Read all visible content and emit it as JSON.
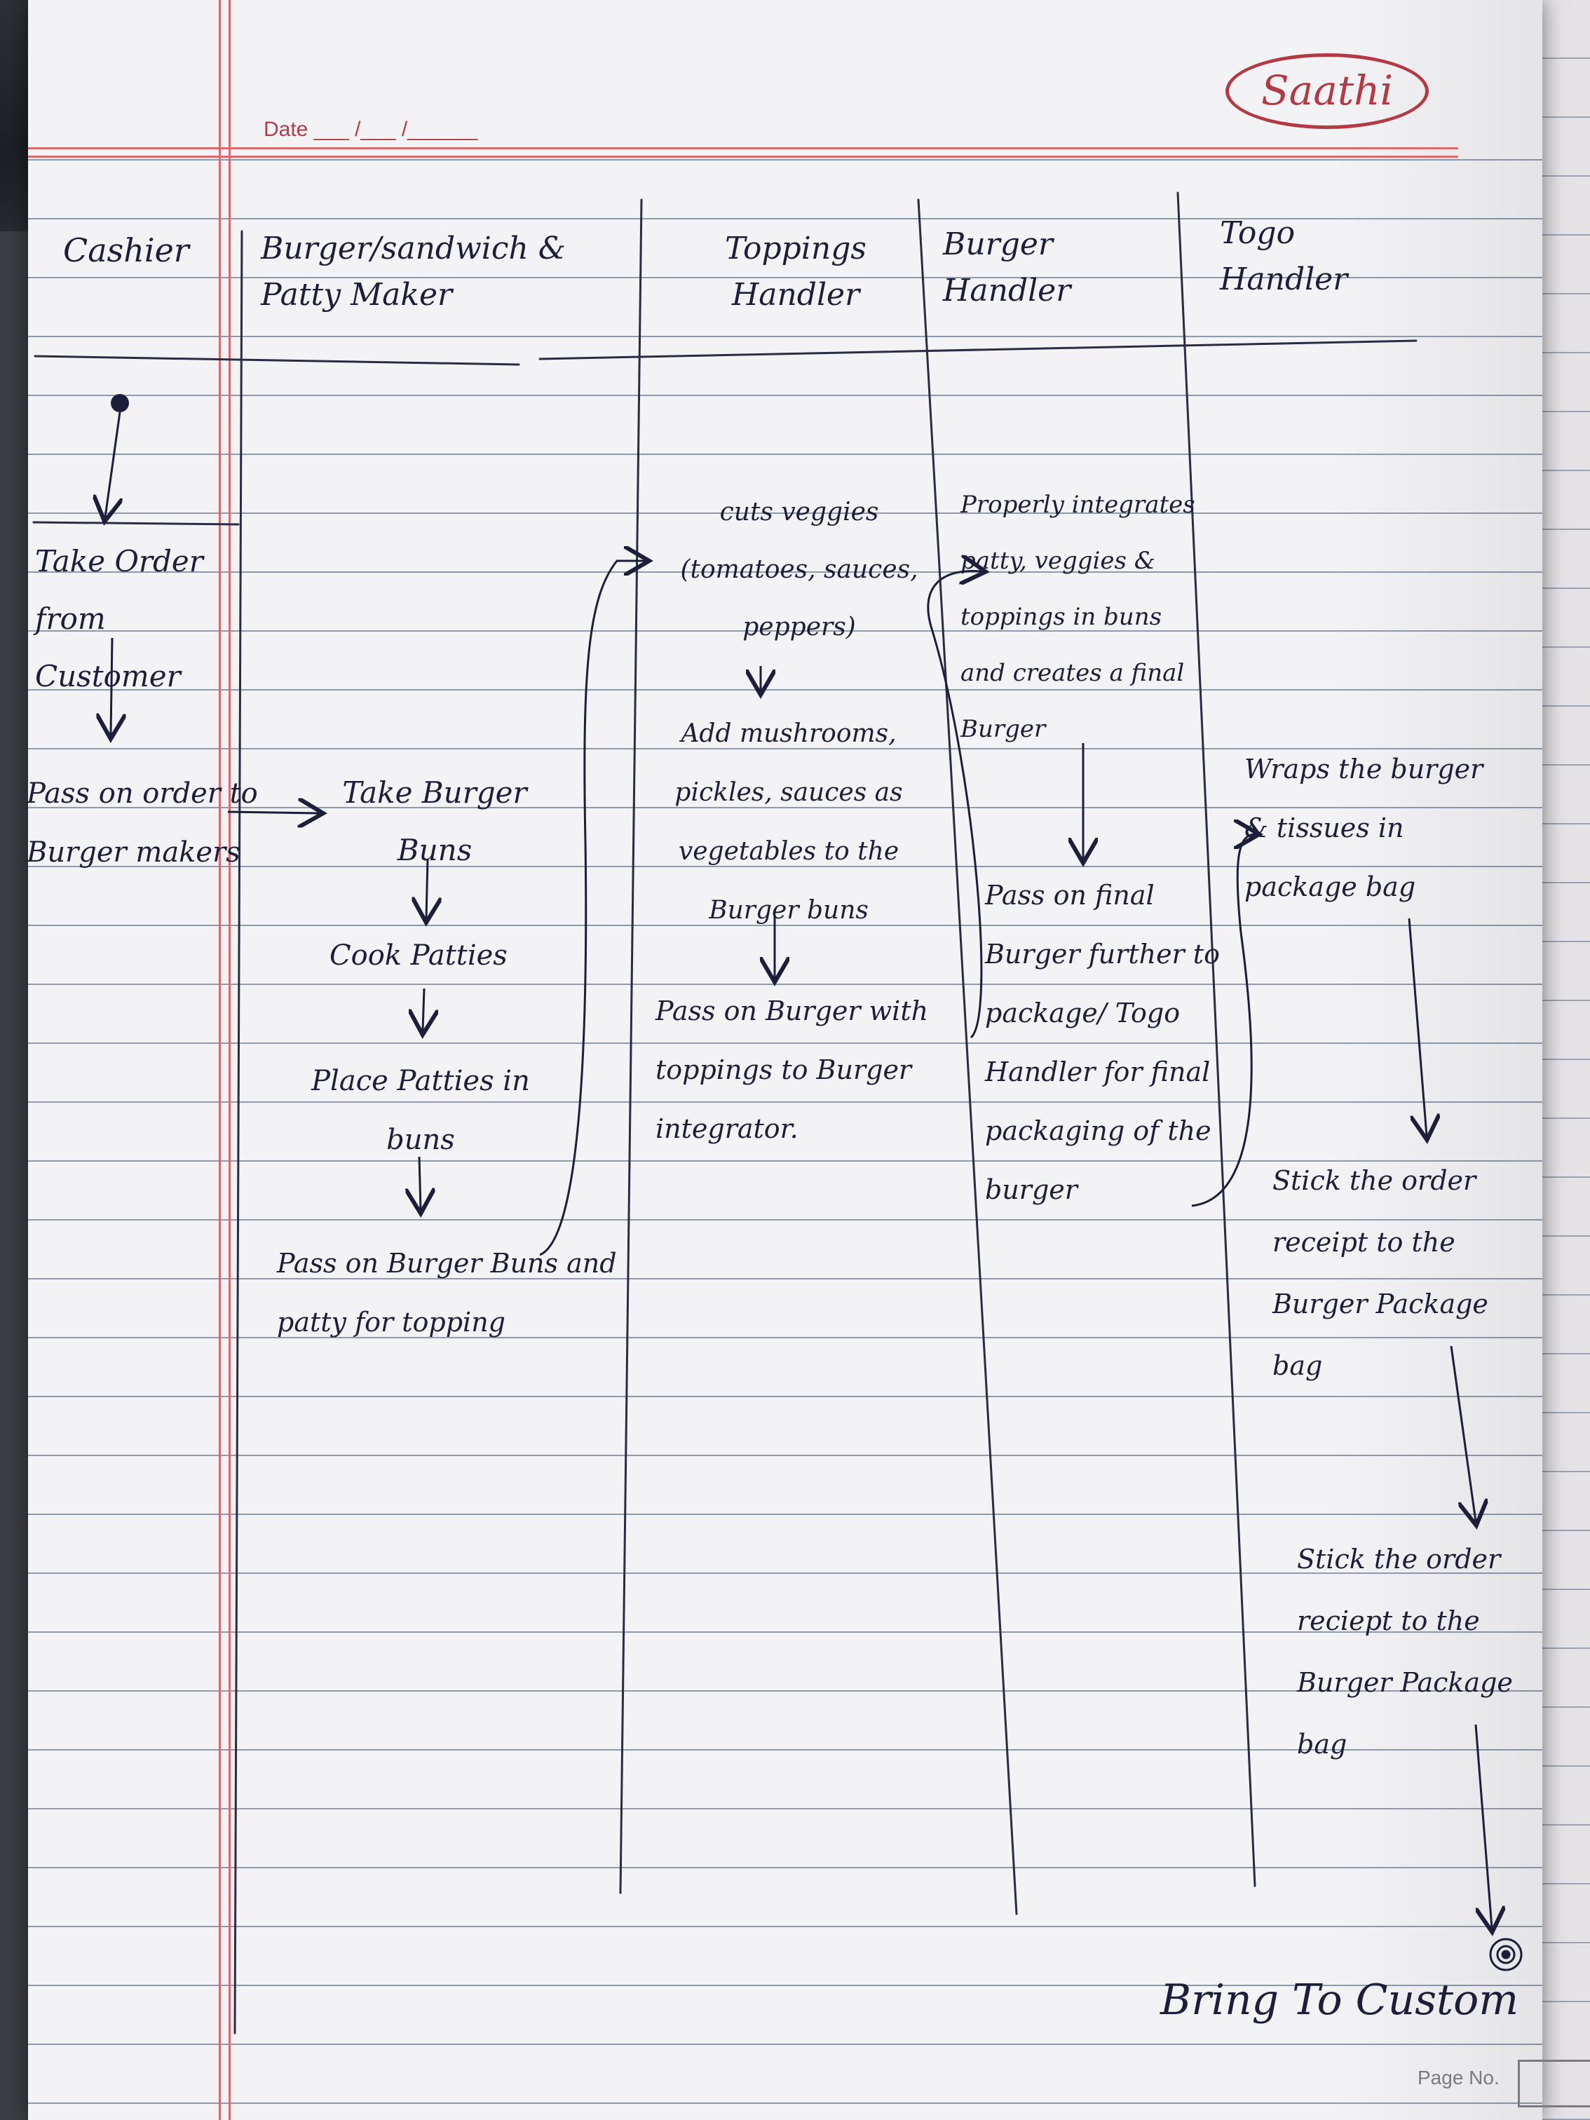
{
  "notebook": {
    "brand": "Saathi",
    "date_label": "Date ___ /___ /______",
    "page_no_label": "Page No."
  },
  "lanes": [
    {
      "title": "Cashier"
    },
    {
      "title": "Burger/sandwich & Patty Maker"
    },
    {
      "title": "Toppings Handler"
    },
    {
      "title": "Burger Handler"
    },
    {
      "title": "Togo Handler"
    }
  ],
  "steps": {
    "cashier": [
      "Take Order from Customer",
      "Pass on order to Burger makers"
    ],
    "maker": [
      "Take Burger Buns",
      "Cook Patties",
      "Place Patties in buns",
      "Pass on Burger Buns and patty for topping"
    ],
    "toppings": [
      "cuts veggies (tomatoes, sauces, peppers)",
      "Add mushrooms, pickles, sauces as vegetables to the Burger buns",
      "Pass on Burger with toppings to Burger integrator."
    ],
    "burger": [
      "Properly integrates patty, veggies & toppings in buns and creates a final Burger",
      "Pass on final Burger further to package/ Togo Handler for final packaging of the burger"
    ],
    "togo": [
      "Wraps the burger & tissues in package bag",
      "Stick the order receipt to the Burger Package bag",
      "Stick the order reciept to the Burger Package bag"
    ],
    "end": "Bring To Custom"
  }
}
